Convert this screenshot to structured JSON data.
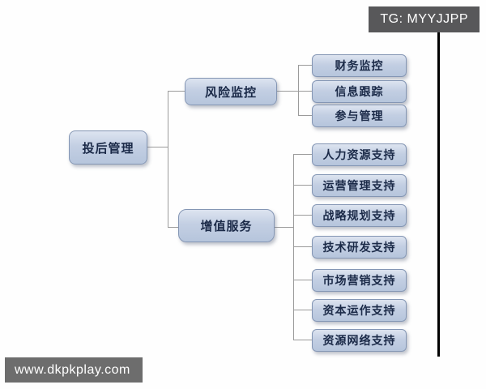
{
  "diagram": {
    "root": {
      "label": "投后管理"
    },
    "branches": [
      {
        "label": "风险监控",
        "children": [
          "财务监控",
          "信息跟踪",
          "参与管理"
        ]
      },
      {
        "label": "增值服务",
        "children": [
          "人力资源支持",
          "运营管理支持",
          "战略规划支持",
          "技术研发支持",
          "市场营销支持",
          "资本运作支持",
          "资源网络支持"
        ]
      }
    ]
  },
  "overlays": {
    "tg_banner": "TG: MYYJJPP",
    "watermark": "www.dkpkplay.com"
  },
  "colors": {
    "node_fill": "#c3cfe3",
    "node_border": "#8496b4",
    "node_text": "#1b2a48",
    "connector": "#9b9b9b",
    "banner_bg": "#58585a",
    "watermark_bg": "#6d6d6d",
    "accent_line": "#000000"
  }
}
